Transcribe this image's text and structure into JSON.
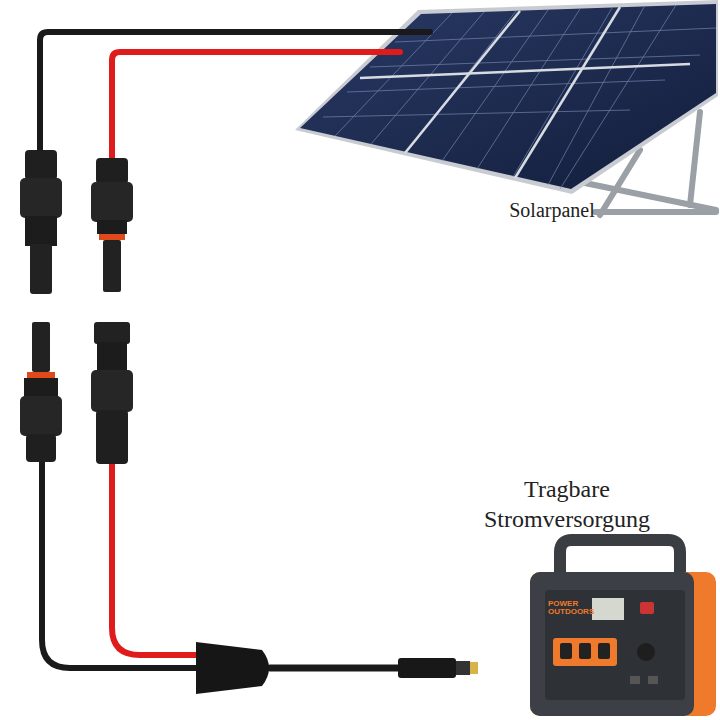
{
  "diagram": {
    "labels": [
      "Solarpanel",
      "Tragbare Stromversorgung",
      "POWER OUTDOORS"
    ]
  }
}
